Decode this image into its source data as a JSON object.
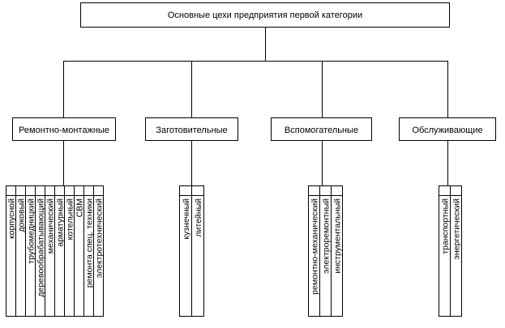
{
  "root": {
    "label": "Основные цехи предприятия первой категории"
  },
  "categories": [
    {
      "label": "Ремонтно-монтажные",
      "shops": [
        "корпусной",
        "доковый",
        "трубомедницкий",
        "деревообрабатывающий",
        "механический",
        "арматурный",
        "котельный",
        "СВМ",
        "ремонта спец. техники",
        "электротехнический"
      ]
    },
    {
      "label": "Заготовительные",
      "shops": [
        "кузнечный",
        "литейный"
      ]
    },
    {
      "label": "Вспомогательные",
      "shops": [
        "ремонтно-механический",
        "электроремонтный",
        "инструментальный"
      ]
    },
    {
      "label": "Обслуживающие",
      "shops": [
        "транспортный",
        "энергетический"
      ]
    }
  ]
}
